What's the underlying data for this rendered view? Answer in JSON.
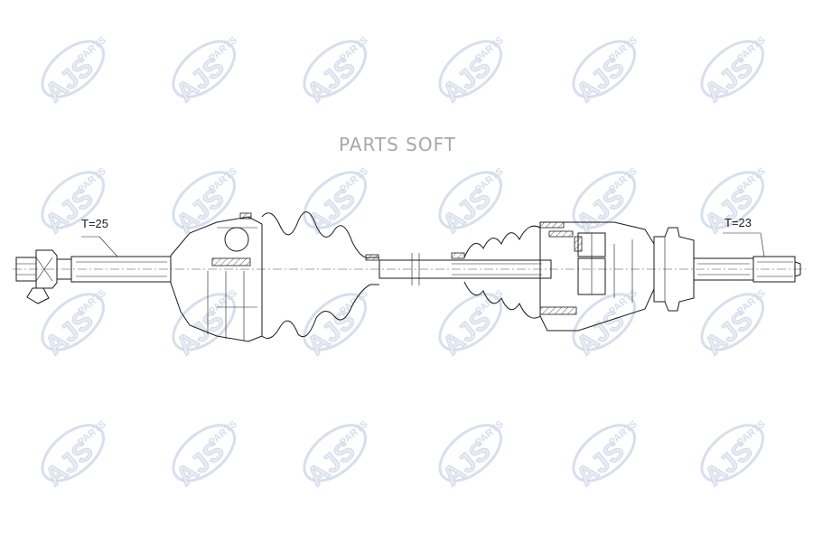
{
  "brand_text": "PARTS SOFT",
  "labels": {
    "left_spline": "T=25",
    "right_spline": "T=23"
  },
  "watermark": {
    "logo_text": "AJS",
    "sub_text": "PARTS",
    "color": "#c9d5e8"
  }
}
